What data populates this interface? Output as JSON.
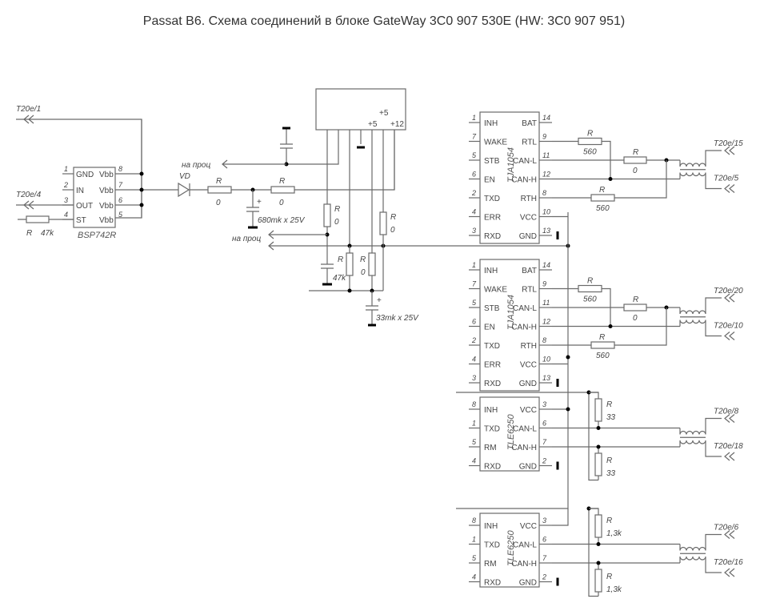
{
  "title": "Passat B6. Схема соединений в блоке GateWay 3C0 907 530E (HW: 3C0 907 951)",
  "connectors": {
    "t1": "T20e/1",
    "t4": "T20e/4",
    "t15": "T20e/15",
    "t5": "T20e/5",
    "t20": "T20e/20",
    "t10": "T20e/10",
    "t8": "T20e/8",
    "t18": "T20e/18",
    "t6": "T20e/6",
    "t16": "T20e/16"
  },
  "bsp": {
    "name": "BSP742R",
    "left_pins": [
      {
        "num": "1",
        "name": "GND"
      },
      {
        "num": "2",
        "name": "IN"
      },
      {
        "num": "3",
        "name": "OUT"
      },
      {
        "num": "4",
        "name": "ST"
      }
    ],
    "right_pins": [
      {
        "num": "8",
        "name": "Vbb"
      },
      {
        "num": "7",
        "name": "Vbb"
      },
      {
        "num": "6",
        "name": "Vbb"
      },
      {
        "num": "5",
        "name": "Vbb"
      }
    ],
    "r_label": "R",
    "r_value": "47k"
  },
  "power": {
    "diode": "VD",
    "r1_label": "R",
    "r1_value": "0",
    "r2_label": "R",
    "r2_value": "0",
    "cap1": "680mk x 25V",
    "cap2": "33mk x 25V",
    "to_cpu": "на проц",
    "reg_labels": {
      "p5a": "+5",
      "p5b": "+5",
      "p12": "+12"
    },
    "r3_label": "R",
    "r3_value": "0",
    "r4_label": "R",
    "r4_value": "0",
    "r5_label": "R",
    "r5_value": "47k",
    "r6_label": "R",
    "r6_value": "0"
  },
  "tja": {
    "name": "TJA1054",
    "left_pins": [
      {
        "num": "1",
        "name": "INH"
      },
      {
        "num": "7",
        "name": "WAKE"
      },
      {
        "num": "5",
        "name": "STB"
      },
      {
        "num": "6",
        "name": "EN"
      },
      {
        "num": "2",
        "name": "TXD"
      },
      {
        "num": "4",
        "name": "ERR"
      },
      {
        "num": "3",
        "name": "RXD"
      }
    ],
    "right_pins": [
      {
        "num": "14",
        "name": "BAT"
      },
      {
        "num": "9",
        "name": "RTL"
      },
      {
        "num": "11",
        "name": "CAN-L"
      },
      {
        "num": "12",
        "name": "CAN-H"
      },
      {
        "num": "8",
        "name": "RTH"
      },
      {
        "num": "10",
        "name": "VCC"
      },
      {
        "num": "13",
        "name": "GND"
      }
    ],
    "r_label": "R",
    "rtl_value": "560",
    "mid_value": "0",
    "rth_value": "560"
  },
  "tle": {
    "name": "TLE6250",
    "left_pins": [
      {
        "num": "8",
        "name": "INH"
      },
      {
        "num": "1",
        "name": "TXD"
      },
      {
        "num": "5",
        "name": "RM"
      },
      {
        "num": "4",
        "name": "RXD"
      }
    ],
    "right_pins": [
      {
        "num": "3",
        "name": "VCC"
      },
      {
        "num": "6",
        "name": "CAN-L"
      },
      {
        "num": "7",
        "name": "CAN-H"
      },
      {
        "num": "2",
        "name": "GND"
      }
    ],
    "r_label": "R",
    "block1_value": "33",
    "block2_value": "1,3k"
  }
}
